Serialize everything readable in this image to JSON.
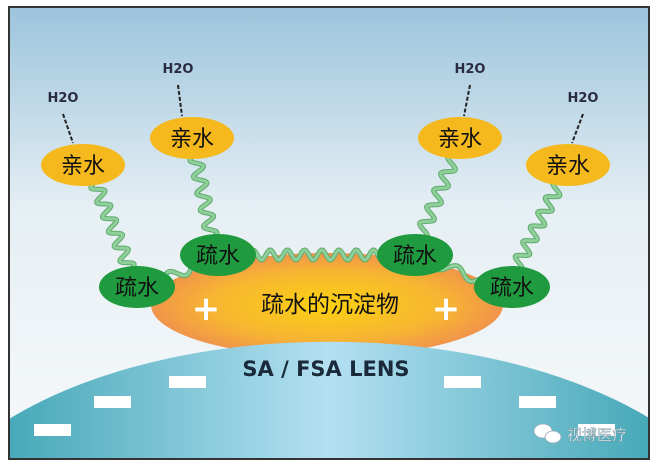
{
  "diagram": {
    "hydrophilic_label": "亲水",
    "hydrophobic_label": "疏水",
    "water_label": "H2O",
    "deposit_label": "疏水的沉淀物",
    "lens_label": "SA / FSA LENS",
    "positive_sign": "+",
    "negative_sign": "−",
    "watermark": "视博医疗",
    "colors": {
      "hydrophilic": "#f5b91e",
      "hydrophobic": "#1f9a3e",
      "deposit_center": "#f9c81a",
      "deposit_edge": "#ef8f4d",
      "lens_center": "#a9dcef",
      "lens_edge": "#4fb1c2",
      "chain": "#8fcf9a"
    }
  }
}
